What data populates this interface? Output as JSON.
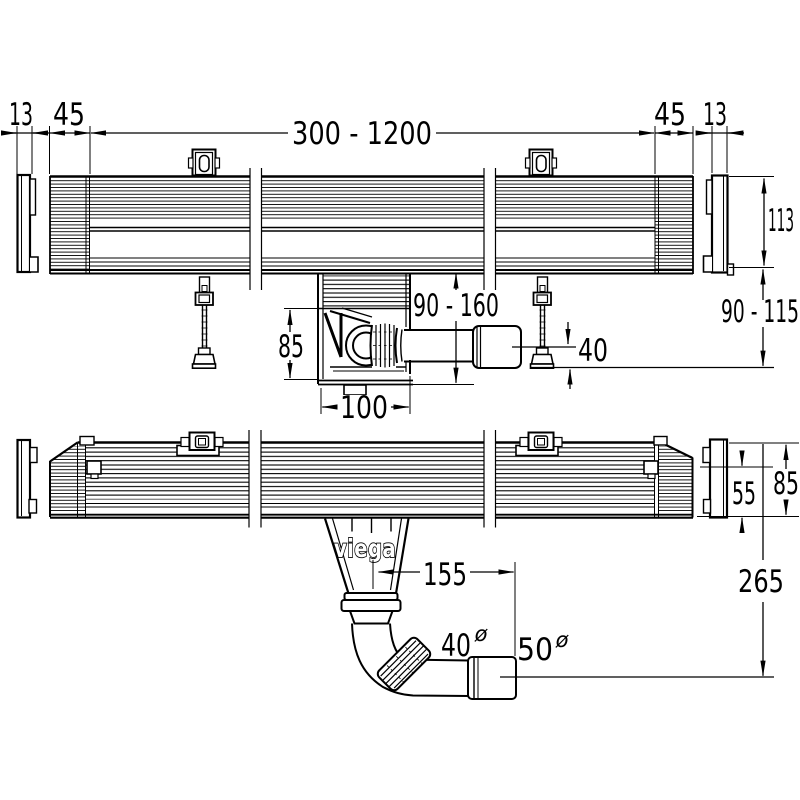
{
  "page": {
    "background": "#ffffff",
    "line_color": "#000000"
  },
  "drawing": {
    "brand": "viega",
    "top_view": {
      "left_flange_width": "13",
      "left_end_section": "45",
      "length_range": "300 - 1200",
      "right_end_section": "45",
      "right_flange_width": "13",
      "trim_height": "113",
      "depth_to_floor_range": "90 - 115",
      "outlet_depth_range": "90 - 160",
      "trap_height": "85",
      "axis_to_floor": "40",
      "trap_width": "100"
    },
    "front_view": {
      "slot_offset": "55",
      "trim_height": "85",
      "axis_depth": "265",
      "outlet_offset": "155",
      "pipe_diameter": "40",
      "socket_diameter": "50",
      "diameter_sign": "ø"
    }
  }
}
